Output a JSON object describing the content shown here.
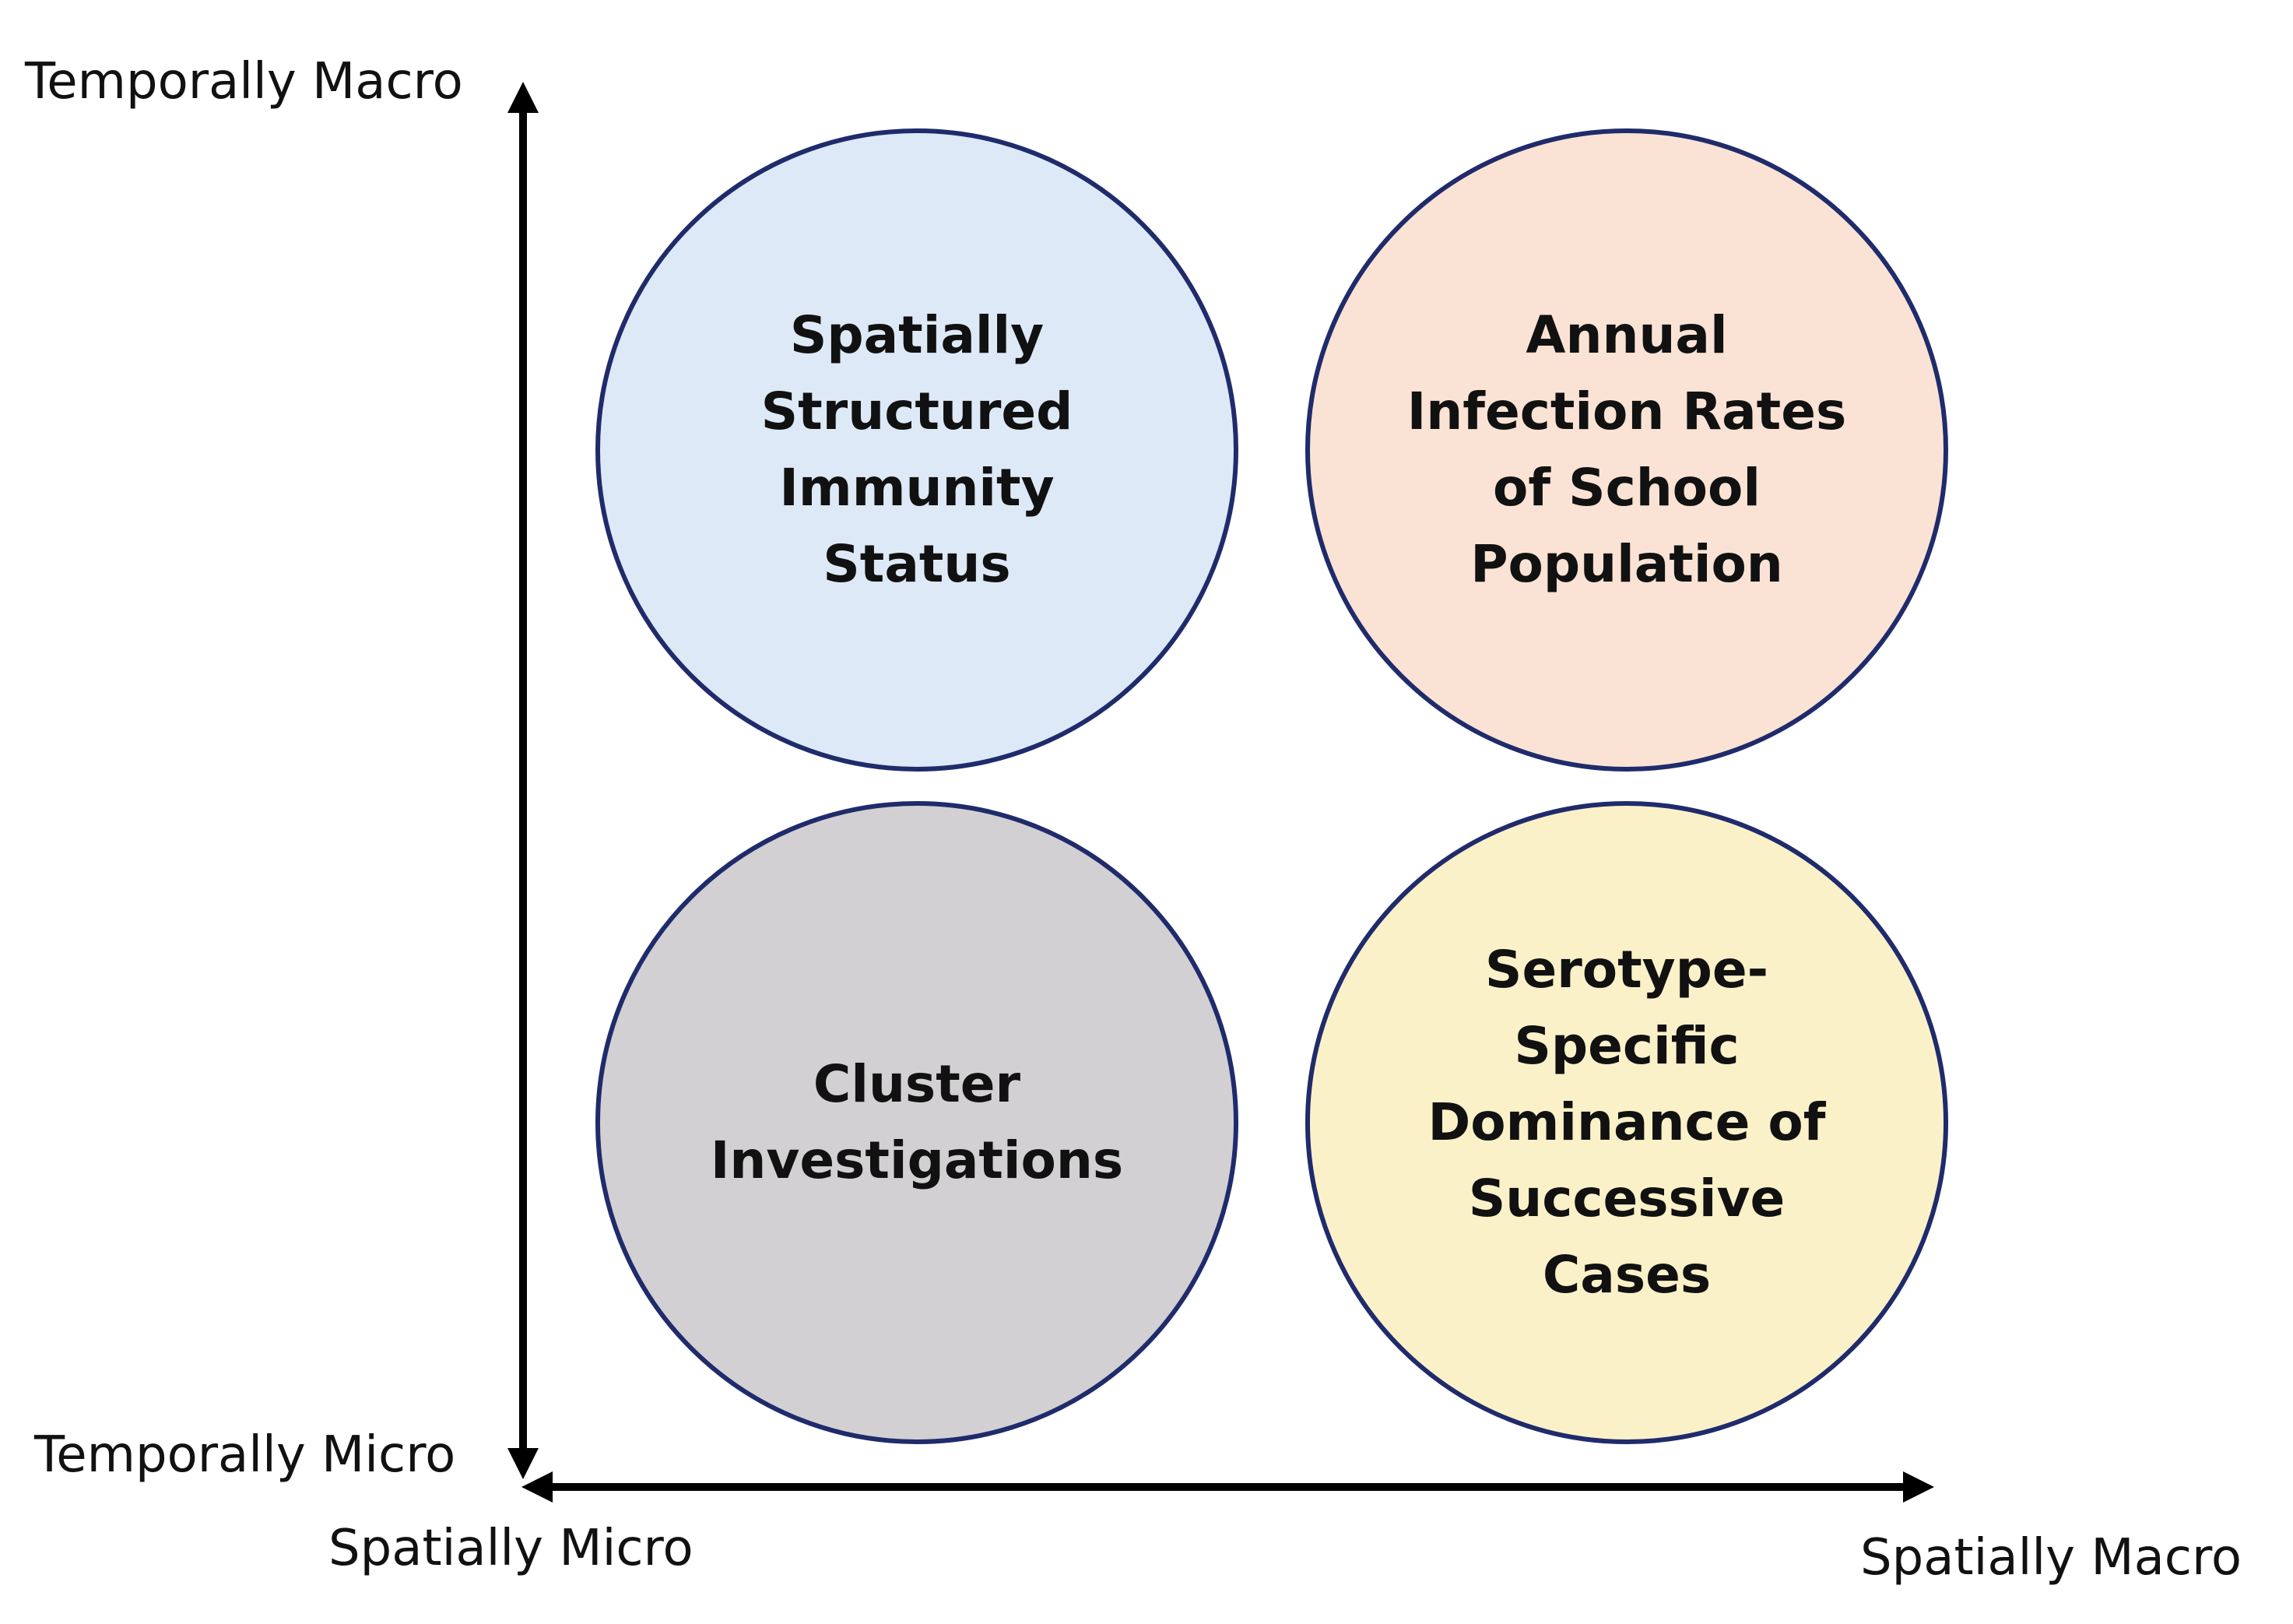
{
  "axes": {
    "y_top_label": "Temporally Macro",
    "y_bottom_label": "Temporally Micro",
    "x_left_label": "Spatially Micro",
    "x_right_label": "Spatially Macro"
  },
  "quadrants": {
    "top_left": {
      "lines": [
        "Spatially",
        "Structured",
        "Immunity",
        "Status"
      ],
      "fill": "#dde9f6"
    },
    "top_right": {
      "lines": [
        "Annual",
        "Infection Rates",
        "of School",
        "Population"
      ],
      "fill": "#fae3d4"
    },
    "bottom_left": {
      "lines": [
        "Cluster",
        "Investigations"
      ],
      "fill": "#d2d0d2"
    },
    "bottom_right": {
      "lines": [
        "Serotype-",
        "Specific",
        "Dominance of",
        "Successive",
        "Cases"
      ],
      "fill": "#fbf1c9"
    },
    "stroke": "#1f2b6b"
  }
}
